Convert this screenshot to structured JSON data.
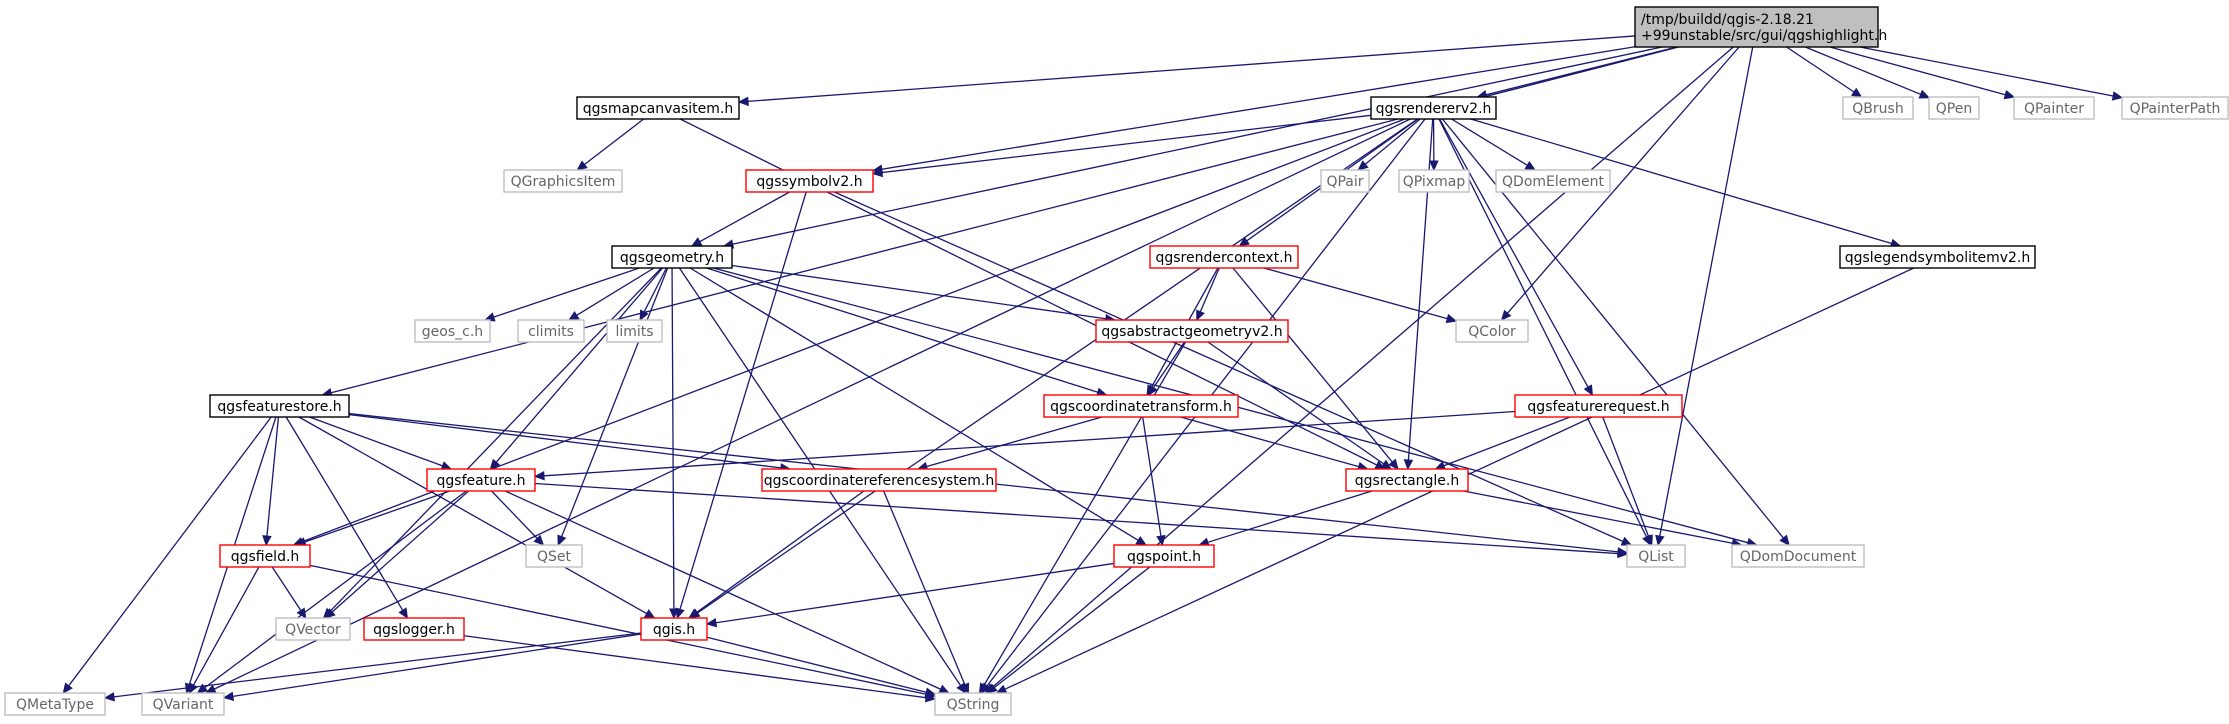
{
  "diagram": {
    "type": "include-dependency-graph",
    "colors": {
      "edge": "#191970",
      "root_fill": "#bfbfbf",
      "documented_border": "#000000",
      "truncated_border": "#ff0000",
      "external_border": "#bfbfbf",
      "external_text": "#666666"
    },
    "nodes": [
      {
        "id": "root",
        "label": "/tmp/buildd/qgis-2.18.21\n+99unstable/src/gui/qgshighlight.h",
        "kind": "root"
      },
      {
        "id": "mapcanvasitem",
        "label": "qgsmapcanvasitem.h",
        "kind": "documented"
      },
      {
        "id": "rendererv2",
        "label": "qgsrendererv2.h",
        "kind": "documented"
      },
      {
        "id": "qbrush",
        "label": "QBrush",
        "kind": "external"
      },
      {
        "id": "qpen",
        "label": "QPen",
        "kind": "external"
      },
      {
        "id": "qpainter",
        "label": "QPainter",
        "kind": "external"
      },
      {
        "id": "qpainterpath",
        "label": "QPainterPath",
        "kind": "external"
      },
      {
        "id": "qgraphicsitem",
        "label": "QGraphicsItem",
        "kind": "external"
      },
      {
        "id": "symbolv2",
        "label": "qgssymbolv2.h",
        "kind": "truncated"
      },
      {
        "id": "qpair",
        "label": "QPair",
        "kind": "external"
      },
      {
        "id": "qpixmap",
        "label": "QPixmap",
        "kind": "external"
      },
      {
        "id": "qdomelement",
        "label": "QDomElement",
        "kind": "external"
      },
      {
        "id": "geometry",
        "label": "qgsgeometry.h",
        "kind": "documented"
      },
      {
        "id": "rendercontext",
        "label": "qgsrendercontext.h",
        "kind": "truncated"
      },
      {
        "id": "legendsymbolitem",
        "label": "qgslegendsymbolitemv2.h",
        "kind": "documented"
      },
      {
        "id": "geos",
        "label": "geos_c.h",
        "kind": "external"
      },
      {
        "id": "climits",
        "label": "climits",
        "kind": "external"
      },
      {
        "id": "limits",
        "label": "limits",
        "kind": "external"
      },
      {
        "id": "abstractgeometry",
        "label": "qgsabstractgeometryv2.h",
        "kind": "truncated"
      },
      {
        "id": "qcolor",
        "label": "QColor",
        "kind": "external"
      },
      {
        "id": "featurestore",
        "label": "qgsfeaturestore.h",
        "kind": "documented"
      },
      {
        "id": "coordtransform",
        "label": "qgscoordinatetransform.h",
        "kind": "truncated"
      },
      {
        "id": "featurerequest",
        "label": "qgsfeaturerequest.h",
        "kind": "truncated"
      },
      {
        "id": "feature",
        "label": "qgsfeature.h",
        "kind": "truncated"
      },
      {
        "id": "crs",
        "label": "qgscoordinatereferencesystem.h",
        "kind": "truncated"
      },
      {
        "id": "rectangle",
        "label": "qgsrectangle.h",
        "kind": "truncated"
      },
      {
        "id": "field",
        "label": "qgsfield.h",
        "kind": "truncated"
      },
      {
        "id": "qset",
        "label": "QSet",
        "kind": "external"
      },
      {
        "id": "point",
        "label": "qgspoint.h",
        "kind": "truncated"
      },
      {
        "id": "qlist",
        "label": "QList",
        "kind": "external"
      },
      {
        "id": "qdomdocument",
        "label": "QDomDocument",
        "kind": "external"
      },
      {
        "id": "qvector",
        "label": "QVector",
        "kind": "external"
      },
      {
        "id": "logger",
        "label": "qgslogger.h",
        "kind": "truncated"
      },
      {
        "id": "qgis",
        "label": "qgis.h",
        "kind": "truncated"
      },
      {
        "id": "qmetatype",
        "label": "QMetaType",
        "kind": "external"
      },
      {
        "id": "qvariant",
        "label": "QVariant",
        "kind": "external"
      },
      {
        "id": "qstring",
        "label": "QString",
        "kind": "external"
      }
    ],
    "edges": [
      [
        "root",
        "mapcanvasitem"
      ],
      [
        "root",
        "rendererv2"
      ],
      [
        "root",
        "qbrush"
      ],
      [
        "root",
        "qpen"
      ],
      [
        "root",
        "qpainter"
      ],
      [
        "root",
        "qpainterpath"
      ],
      [
        "root",
        "featurestore"
      ],
      [
        "root",
        "geometry"
      ],
      [
        "root",
        "symbolv2"
      ],
      [
        "root",
        "qcolor"
      ],
      [
        "root",
        "qlist"
      ],
      [
        "root",
        "qstring"
      ],
      [
        "mapcanvasitem",
        "qgraphicsitem"
      ],
      [
        "mapcanvasitem",
        "rectangle"
      ],
      [
        "rendererv2",
        "symbolv2"
      ],
      [
        "rendererv2",
        "qpair"
      ],
      [
        "rendererv2",
        "qpixmap"
      ],
      [
        "rendererv2",
        "qdomelement"
      ],
      [
        "rendererv2",
        "rendercontext"
      ],
      [
        "rendererv2",
        "legendsymbolitem"
      ],
      [
        "rendererv2",
        "featurerequest"
      ],
      [
        "rendererv2",
        "qgis"
      ],
      [
        "rendererv2",
        "field"
      ],
      [
        "rendererv2",
        "qvariant"
      ],
      [
        "rendererv2",
        "rectangle"
      ],
      [
        "rendererv2",
        "qlist"
      ],
      [
        "rendererv2",
        "qdomdocument"
      ],
      [
        "rendererv2",
        "qstring"
      ],
      [
        "symbolv2",
        "geometry"
      ],
      [
        "symbolv2",
        "qgis"
      ],
      [
        "symbolv2",
        "qlist"
      ],
      [
        "geometry",
        "geos"
      ],
      [
        "geometry",
        "climits"
      ],
      [
        "geometry",
        "limits"
      ],
      [
        "geometry",
        "abstractgeometry"
      ],
      [
        "geometry",
        "coordtransform"
      ],
      [
        "geometry",
        "feature"
      ],
      [
        "geometry",
        "qset"
      ],
      [
        "geometry",
        "qgis"
      ],
      [
        "geometry",
        "point"
      ],
      [
        "geometry",
        "qvector"
      ],
      [
        "geometry",
        "qdomdocument"
      ],
      [
        "geometry",
        "qstring"
      ],
      [
        "rendercontext",
        "qcolor"
      ],
      [
        "rendercontext",
        "abstractgeometry"
      ],
      [
        "rendercontext",
        "coordtransform"
      ],
      [
        "rendercontext",
        "rectangle"
      ],
      [
        "legendsymbolitem",
        "qstring"
      ],
      [
        "abstractgeometry",
        "coordtransform"
      ],
      [
        "abstractgeometry",
        "rectangle"
      ],
      [
        "abstractgeometry",
        "qstring"
      ],
      [
        "featurestore",
        "feature"
      ],
      [
        "featurestore",
        "crs"
      ],
      [
        "featurestore",
        "field"
      ],
      [
        "featurestore",
        "logger"
      ],
      [
        "featurestore",
        "qgis"
      ],
      [
        "featurestore",
        "qlist"
      ],
      [
        "featurestore",
        "qmetatype"
      ],
      [
        "featurestore",
        "qvariant"
      ],
      [
        "coordtransform",
        "crs"
      ],
      [
        "coordtransform",
        "rectangle"
      ],
      [
        "coordtransform",
        "point"
      ],
      [
        "featurerequest",
        "feature"
      ],
      [
        "featurerequest",
        "rectangle"
      ],
      [
        "featurerequest",
        "qlist"
      ],
      [
        "feature",
        "field"
      ],
      [
        "feature",
        "qset"
      ],
      [
        "feature",
        "qvector"
      ],
      [
        "feature",
        "qvariant"
      ],
      [
        "feature",
        "qlist"
      ],
      [
        "feature",
        "qstring"
      ],
      [
        "crs",
        "qgis"
      ],
      [
        "crs",
        "qstring"
      ],
      [
        "rectangle",
        "point"
      ],
      [
        "rectangle",
        "qdomdocument"
      ],
      [
        "field",
        "qvector"
      ],
      [
        "field",
        "qvariant"
      ],
      [
        "field",
        "qstring"
      ],
      [
        "point",
        "qgis"
      ],
      [
        "point",
        "qstring"
      ],
      [
        "logger",
        "qstring"
      ],
      [
        "qgis",
        "qmetatype"
      ],
      [
        "qgis",
        "qvariant"
      ],
      [
        "qgis",
        "qstring"
      ]
    ]
  }
}
